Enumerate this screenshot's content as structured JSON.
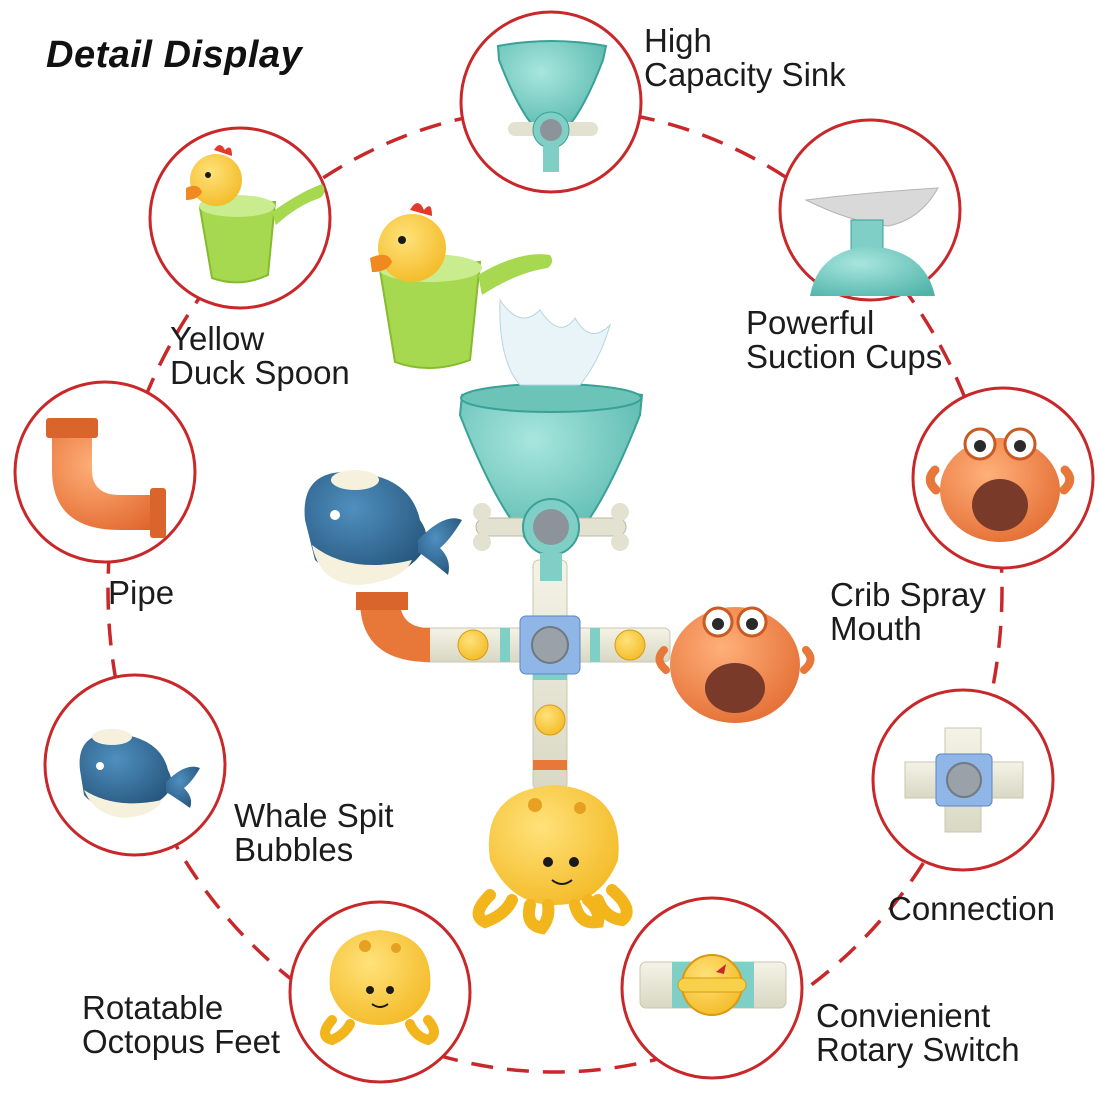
{
  "header": {
    "title": "Detail Display"
  },
  "colors": {
    "ring": "#c8282a",
    "teal": "#7fcfc6",
    "orange": "#e8773a",
    "yellow": "#f4c430",
    "green": "#a6d94f",
    "blue": "#2f6b96"
  },
  "features": [
    {
      "id": "sink",
      "icon": "sink-icon",
      "line1": "High",
      "line2": "Capacity Sink"
    },
    {
      "id": "suction",
      "icon": "suction-cup-icon",
      "line1": "Powerful",
      "line2": "Suction Cups"
    },
    {
      "id": "crab",
      "icon": "crab-icon",
      "line1": "Crib Spray",
      "line2": "Mouth"
    },
    {
      "id": "connection",
      "icon": "connector-icon",
      "line1": "Connection",
      "line2": ""
    },
    {
      "id": "switch",
      "icon": "rotary-switch-icon",
      "line1": "Convienient",
      "line2": "Rotary Switch"
    },
    {
      "id": "octopus",
      "icon": "octopus-icon",
      "line1": "Rotatable",
      "line2": "Octopus Feet"
    },
    {
      "id": "whale",
      "icon": "whale-icon",
      "line1": "Whale Spit",
      "line2": "Bubbles"
    },
    {
      "id": "pipe",
      "icon": "pipe-icon",
      "line1": "Pipe",
      "line2": ""
    },
    {
      "id": "duck",
      "icon": "duck-spoon-icon",
      "line1": "Yellow",
      "line2": "Duck Spoon"
    }
  ]
}
